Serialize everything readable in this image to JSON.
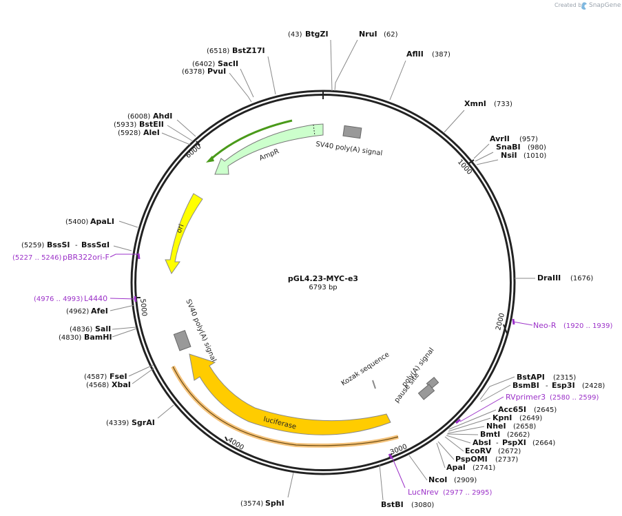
{
  "header": {
    "created_by": "Created by",
    "brand": "SnapGene"
  },
  "plasmid": {
    "name": "pGL4.23-MYC-e3",
    "length_label": "6793 bp"
  },
  "ticks": [
    "1000",
    "2000",
    "3000",
    "4000",
    "5000",
    "6000"
  ],
  "sites": [
    {
      "name": "BtgZI",
      "pos": "(43)"
    },
    {
      "name": "NruI",
      "pos": "(62)"
    },
    {
      "name": "AflII",
      "pos": "(387)"
    },
    {
      "name": "BstZ17I",
      "pos": "(6518)"
    },
    {
      "name": "SacII",
      "pos": "(6402)"
    },
    {
      "name": "PvuI",
      "pos": "(6378)"
    },
    {
      "name": "XmnI",
      "pos": "(733)"
    },
    {
      "name": "AhdI",
      "pos": "(6008)"
    },
    {
      "name": "BstEII",
      "pos": "(5933)"
    },
    {
      "name": "AleI",
      "pos": "(5928)"
    },
    {
      "name": "AvrII",
      "pos": "(957)"
    },
    {
      "name": "SnaBI",
      "pos": "(980)"
    },
    {
      "name": "NsiI",
      "pos": "(1010)"
    },
    {
      "name": "ApaLI",
      "pos": "(5400)"
    },
    {
      "name": "BssSI",
      "pos": "(5259)",
      "name2": "BssSαI"
    },
    {
      "name": "DraIII",
      "pos": "(1676)"
    },
    {
      "name": "AfeI",
      "pos": "(4962)"
    },
    {
      "name": "SalI",
      "pos": "(4836)"
    },
    {
      "name": "BamHI",
      "pos": "(4830)"
    },
    {
      "name": "FseI",
      "pos": "(4587)"
    },
    {
      "name": "XbaI",
      "pos": "(4568)"
    },
    {
      "name": "SgrAI",
      "pos": "(4339)"
    },
    {
      "name": "BstAPI",
      "pos": "(2315)"
    },
    {
      "name": "BsmBI",
      "pos": "(2428)",
      "name2": "Esp3I"
    },
    {
      "name": "Acc65I",
      "pos": "(2645)"
    },
    {
      "name": "KpnI",
      "pos": "(2649)"
    },
    {
      "name": "NheI",
      "pos": "(2658)"
    },
    {
      "name": "BmtI",
      "pos": "(2662)"
    },
    {
      "name": "AbsI",
      "pos": "(2664)",
      "name2": "PspXI"
    },
    {
      "name": "EcoRV",
      "pos": "(2672)"
    },
    {
      "name": "PspOMI",
      "pos": "(2737)"
    },
    {
      "name": "ApaI",
      "pos": "(2741)"
    },
    {
      "name": "NcoI",
      "pos": "(2909)"
    },
    {
      "name": "BstBI",
      "pos": "(3080)"
    },
    {
      "name": "SphI",
      "pos": "(3574)"
    }
  ],
  "primers": [
    {
      "name": "pBR322ori-F",
      "pos": "(5227 .. 5246)"
    },
    {
      "name": "L4440",
      "pos": "(4976 .. 4993)"
    },
    {
      "name": "Neo-R",
      "pos": "(1920 .. 1939)"
    },
    {
      "name": "RVprimer3",
      "pos": "(2580 .. 2599)"
    },
    {
      "name": "LucNrev",
      "pos": "(2977 .. 2995)"
    }
  ],
  "features": {
    "sv40_top": "SV40 poly(A) signal",
    "ampr": "AmpR",
    "ori": "ori",
    "sv40_left": "SV40 poly(A) signal",
    "luciferase": "luciferase",
    "kozak": "Kozak sequence",
    "polya_pause": "poly(A) signal",
    "pause_site": "pause site"
  },
  "colors": {
    "backbone": "#222222",
    "primer": "#9b30c8",
    "ampr_fill": "#ccffcc",
    "ori_fill": "#ffff00",
    "luciferase_fill": "#ffcc00",
    "polya_fill": "#999999",
    "leader": "#888888"
  }
}
